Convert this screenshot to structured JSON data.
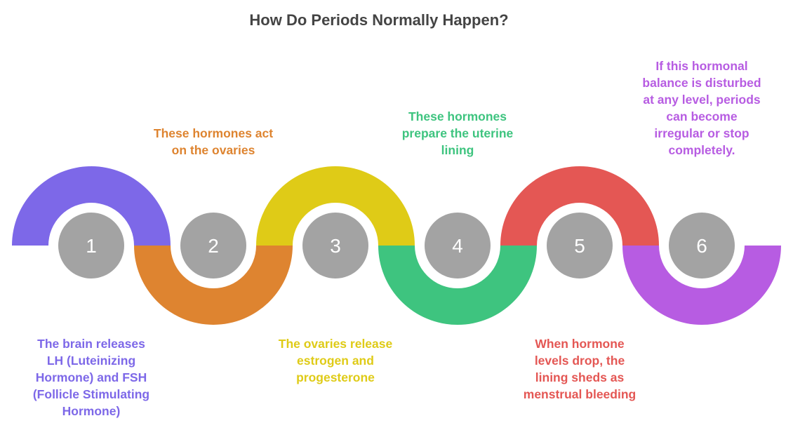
{
  "title": "How Do Periods Normally Happen?",
  "steps": [
    {
      "number": "1",
      "color": "#7d68e8",
      "lines": [
        "The brain releases",
        "LH (Luteinizing",
        "Hormone) and FSH",
        "(Follicle Stimulating",
        "Hormone)"
      ]
    },
    {
      "number": "2",
      "color": "#de8430",
      "lines": [
        "These hormones act",
        "on the ovaries"
      ]
    },
    {
      "number": "3",
      "color": "#dfcb17",
      "lines": [
        "The ovaries release",
        "estrogen and",
        "progesterone"
      ]
    },
    {
      "number": "4",
      "color": "#3ec47f",
      "lines": [
        "These hormones",
        "prepare the uterine",
        "lining"
      ]
    },
    {
      "number": "5",
      "color": "#e45754",
      "lines": [
        "When hormone",
        "levels drop, the",
        "lining sheds as",
        "menstrual bleeding"
      ]
    },
    {
      "number": "6",
      "color": "#b75ce2",
      "lines": [
        "If this hormonal",
        "balance is disturbed",
        "at any level, periods",
        "can become",
        "irregular or stop",
        "completely."
      ]
    }
  ],
  "circle_color": "#a3a3a3"
}
